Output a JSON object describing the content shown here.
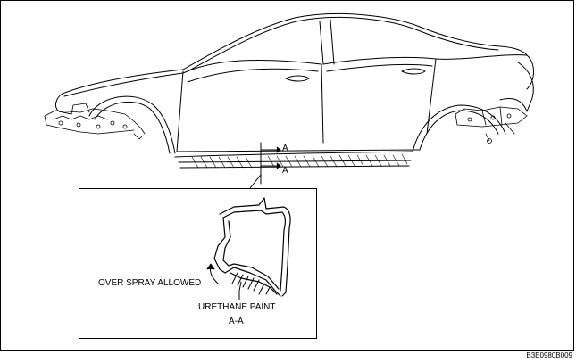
{
  "labels": {
    "section_mark_upper": "A",
    "section_mark_lower": "A",
    "over_spray": "OVER SPRAY ALLOWED",
    "urethane_paint": "URETHANE PAINT",
    "section_title": "A-A"
  },
  "figure_code": "B3E0980B009",
  "colors": {
    "line": "#000000",
    "background": "#ffffff"
  }
}
